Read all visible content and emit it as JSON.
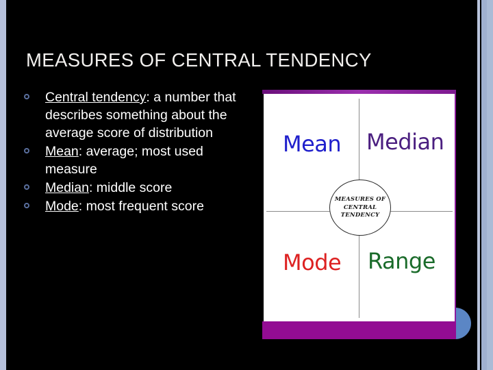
{
  "slide": {
    "title": "MEASURES OF CENTRAL TENDENCY",
    "background_color": "#000000",
    "title_color": "#f2f0ee",
    "bullet_marker_color": "#5a6f9e",
    "edge_strip_color": "#b6c0db"
  },
  "bullets": [
    {
      "term": "Central tendency",
      "rest": ": a number that describes something about the average score of distribution"
    },
    {
      "term": "Mean",
      "rest": ": average; most used measure"
    },
    {
      "term": "Median",
      "rest": ": middle score"
    },
    {
      "term": "Mode",
      "rest": ": most frequent score"
    }
  ],
  "image_panel": {
    "top_border_color": "#7b0f86",
    "bottom_bar_color": "#930c93",
    "canvas_color": "#ffffff",
    "accent_circle_color": "#5b86c5",
    "quadrants": [
      {
        "label": "Mean",
        "color": "#2020cc"
      },
      {
        "label": "Median",
        "color": "#4b1f80"
      },
      {
        "label": "Mode",
        "color": "#dd2222"
      },
      {
        "label": "Range",
        "color": "#1a6b2a"
      }
    ],
    "center_label": {
      "line1": "Measures of",
      "line2": "Central",
      "line3": "Tendency"
    }
  }
}
